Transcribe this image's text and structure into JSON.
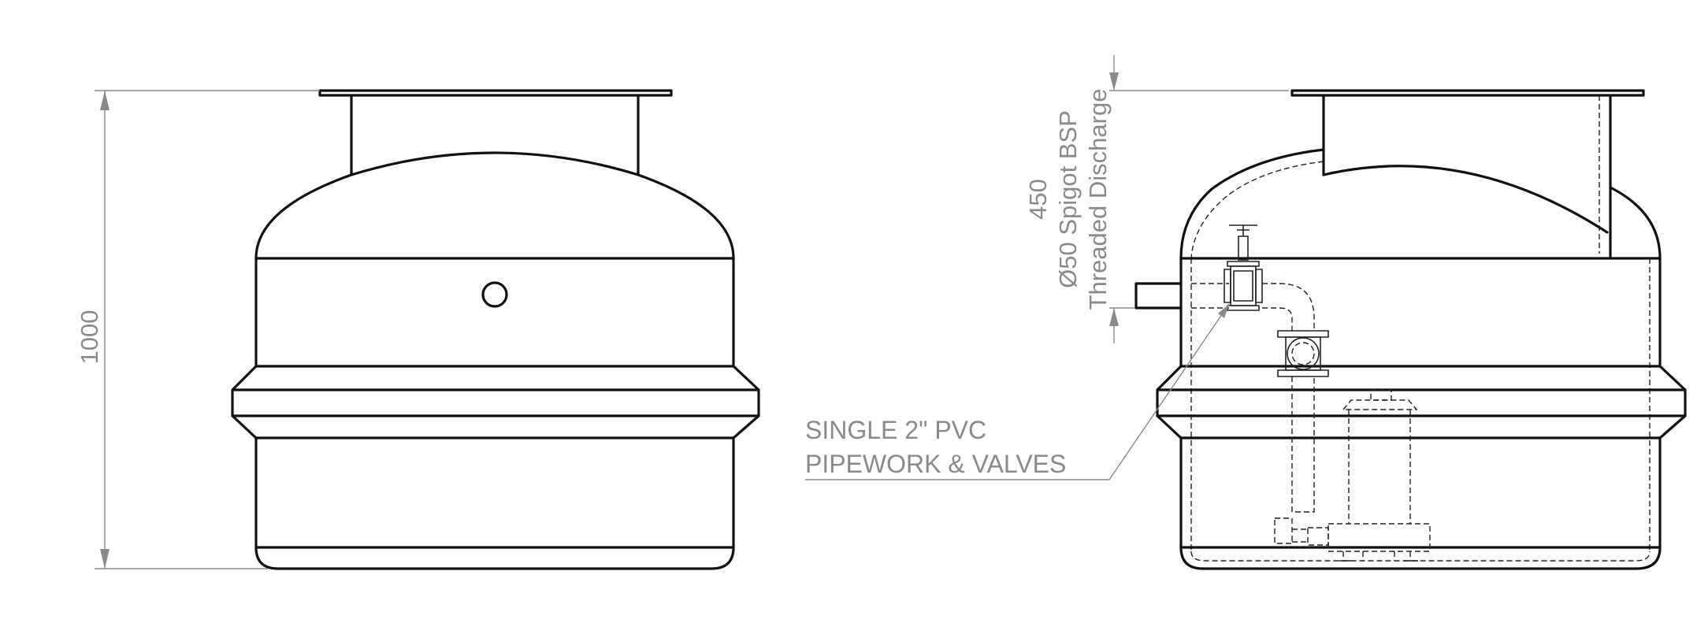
{
  "drawing": {
    "height_dimension": "1000",
    "discharge_dimension": "450",
    "discharge_label_line1": "Ø50 Spigot BSP",
    "discharge_label_line2": "Threaded Discharge",
    "pipework_label_line1": "SINGLE 2\" PVC",
    "pipework_label_line2": "PIPEWORK & VALVES"
  },
  "colors": {
    "outline": "#111111",
    "dimension": "#8a8a8a",
    "background": "#ffffff"
  }
}
